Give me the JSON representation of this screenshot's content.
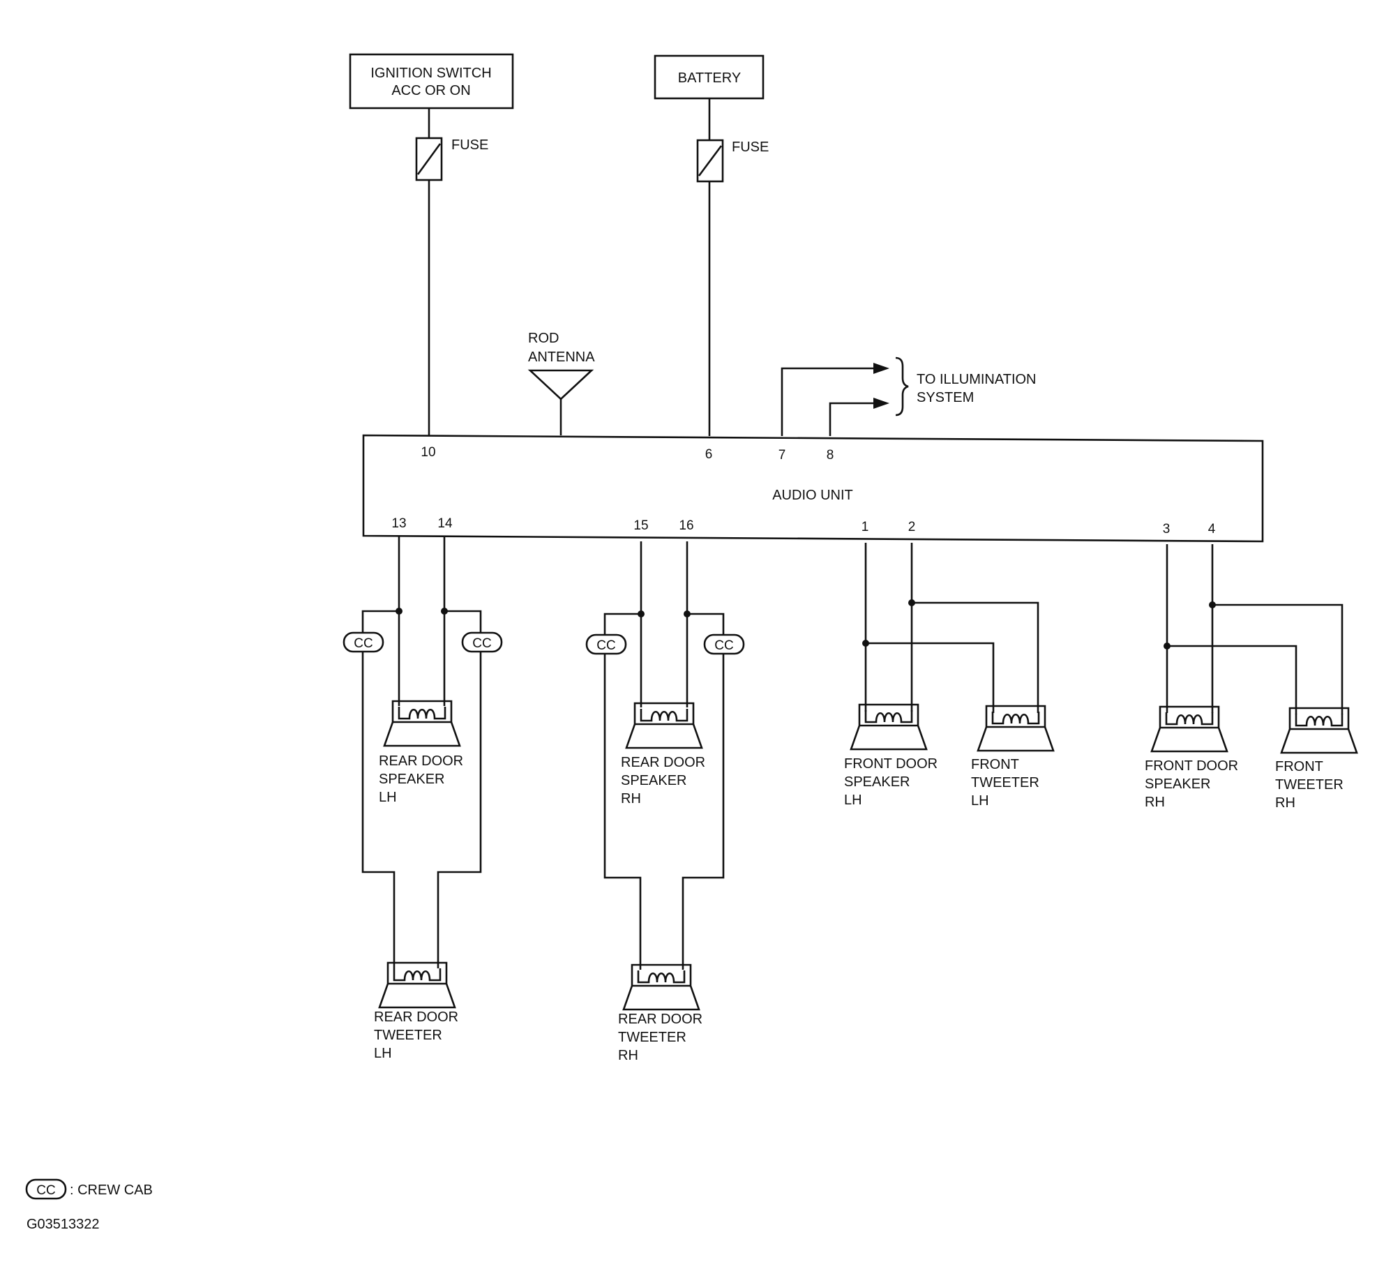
{
  "sources": {
    "ignition": {
      "line1": "IGNITION SWITCH",
      "line2": "ACC OR ON"
    },
    "battery": "BATTERY",
    "fuse_label": "FUSE"
  },
  "antenna": {
    "line1": "ROD",
    "line2": "ANTENNA"
  },
  "illumination": {
    "line1": "TO ILLUMINATION",
    "line2": "SYSTEM"
  },
  "audio_unit": {
    "label": "AUDIO UNIT",
    "top_pins": [
      "10",
      "6",
      "7",
      "8"
    ],
    "bottom_pins": [
      "13",
      "14",
      "15",
      "16",
      "1",
      "2",
      "3",
      "4"
    ]
  },
  "cc_tag": "CC",
  "speakers": {
    "rear_door_speaker_lh": [
      "REAR DOOR",
      "SPEAKER",
      "LH"
    ],
    "rear_door_speaker_rh": [
      "REAR DOOR",
      "SPEAKER",
      "RH"
    ],
    "rear_door_tweeter_lh": [
      "REAR DOOR",
      "TWEETER",
      "LH"
    ],
    "rear_door_tweeter_rh": [
      "REAR DOOR",
      "TWEETER",
      "RH"
    ],
    "front_door_speaker_lh": [
      "FRONT DOOR",
      "SPEAKER",
      "LH"
    ],
    "front_tweeter_lh": [
      "FRONT",
      "TWEETER",
      "LH"
    ],
    "front_door_speaker_rh": [
      "FRONT DOOR",
      "SPEAKER",
      "RH"
    ],
    "front_tweeter_rh": [
      "FRONT",
      "TWEETER",
      "RH"
    ]
  },
  "legend": {
    "symbol": "CC",
    "text": ": CREW CAB"
  },
  "figure_code": "G03513322"
}
